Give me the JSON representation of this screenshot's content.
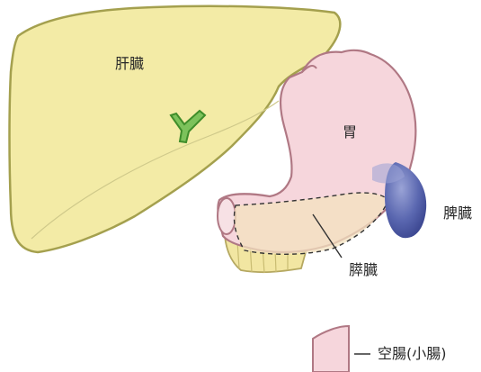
{
  "labels": {
    "liver": "肝臓",
    "stomach": "胃",
    "spleen": "脾臓",
    "pancreas": "膵臓",
    "jejunum": "空腸(小腸)"
  },
  "colors": {
    "liver_fill": "#f3eba6",
    "liver_stroke": "#a4a04e",
    "stomach_fill": "#f6d6dc",
    "stomach_stroke": "#b07884",
    "pancreas_fill": "#f3e2bf",
    "spleen_fill": "#515ea4",
    "gallbladder": "#7cc25b",
    "duodenum_fill": "#f2e6a2",
    "jejunum_fill": "#f6d6dc"
  }
}
